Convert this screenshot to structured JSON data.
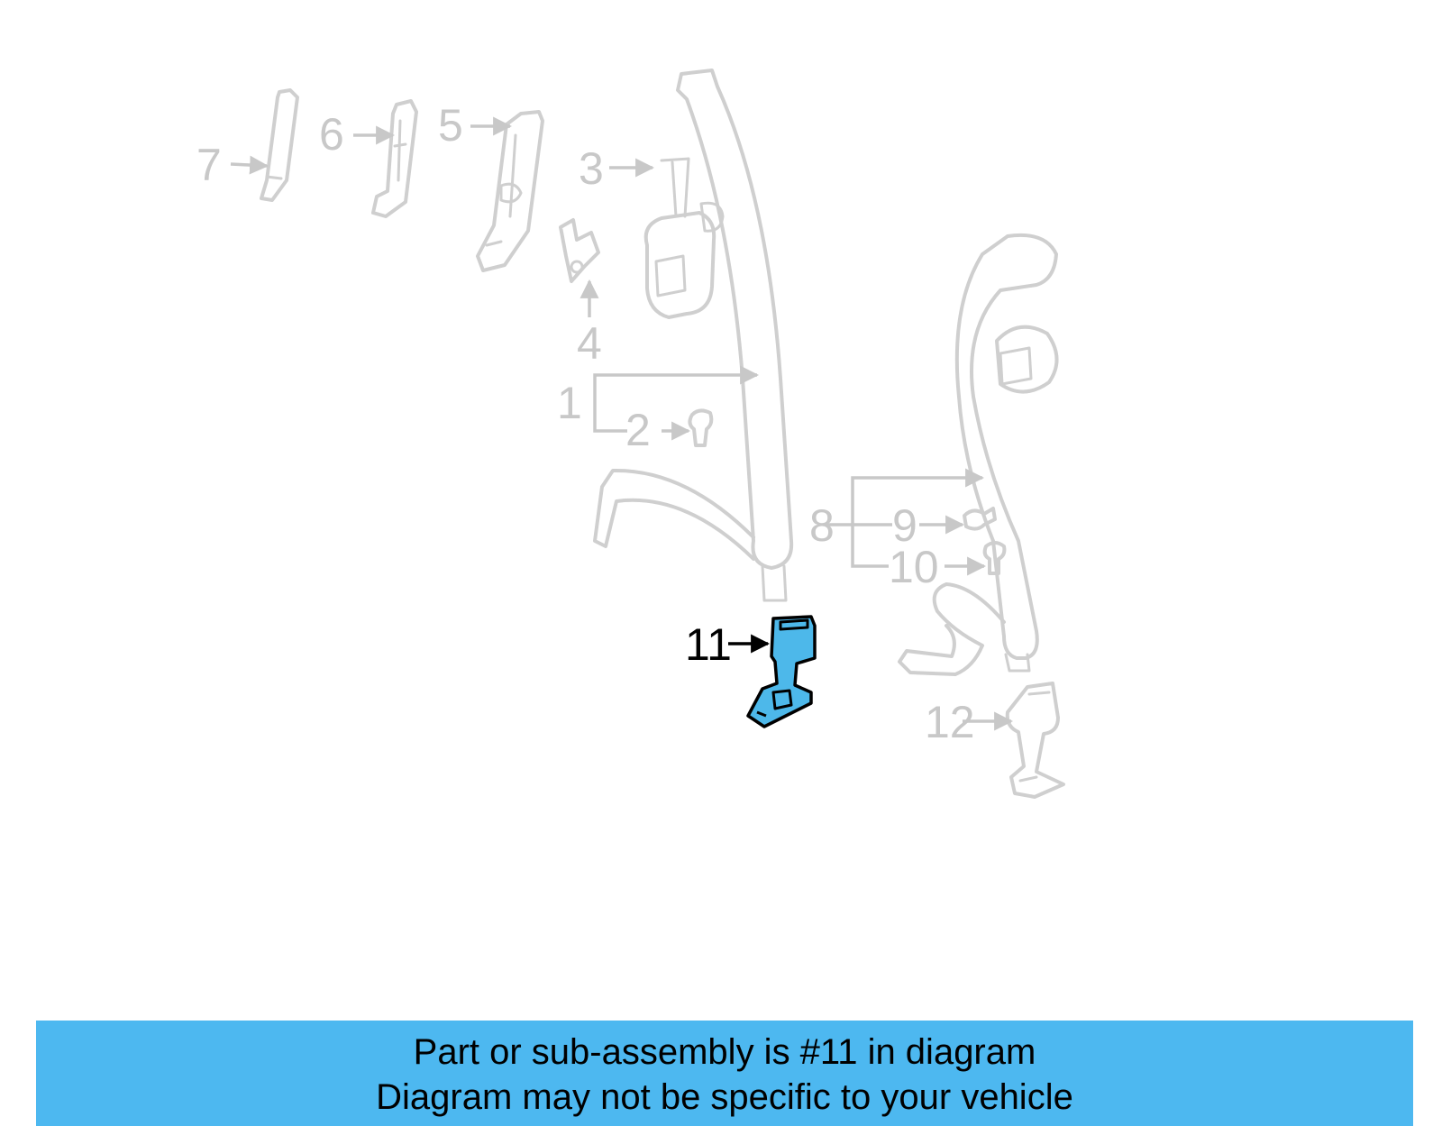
{
  "diagram": {
    "highlighted_part": "11",
    "callouts": [
      {
        "id": "1",
        "label": "1"
      },
      {
        "id": "2",
        "label": "2"
      },
      {
        "id": "3",
        "label": "3"
      },
      {
        "id": "4",
        "label": "4"
      },
      {
        "id": "5",
        "label": "5"
      },
      {
        "id": "6",
        "label": "6"
      },
      {
        "id": "7",
        "label": "7"
      },
      {
        "id": "8",
        "label": "8"
      },
      {
        "id": "9",
        "label": "9"
      },
      {
        "id": "10",
        "label": "10"
      },
      {
        "id": "11",
        "label": "11"
      },
      {
        "id": "12",
        "label": "12"
      }
    ],
    "colors": {
      "highlight_fill": "#4db8ea",
      "ghost_stroke": "#cfcfcf",
      "banner_background": "#4db8f0"
    }
  },
  "banner": {
    "line1": "Part or sub-assembly is #11 in diagram",
    "line2": "Diagram may not be specific to your vehicle"
  }
}
